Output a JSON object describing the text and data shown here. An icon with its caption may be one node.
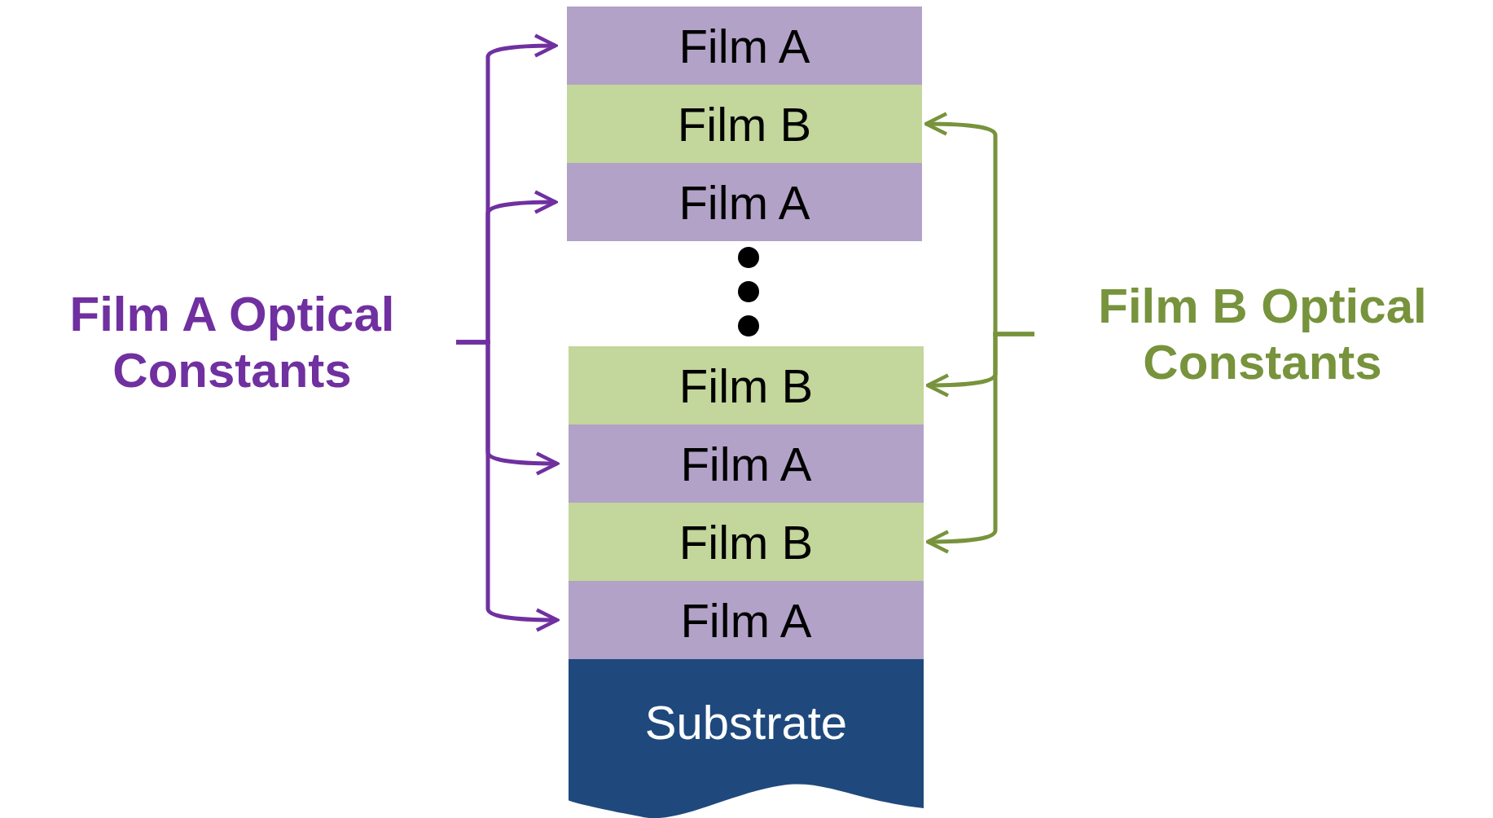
{
  "diagram": {
    "nodes": [
      {
        "text": [
          "Film A Optical Constants"
        ]
      },
      {
        "text": [
          "Film A"
        ]
      },
      {
        "text": [
          "Film B"
        ]
      },
      {
        "text": [
          "Film A"
        ]
      },
      {
        "text": [
          "Film B"
        ]
      },
      {
        "text": [
          "Film A"
        ]
      },
      {
        "text": [
          "Film B"
        ]
      },
      {
        "text": [
          "Film A"
        ]
      },
      {
        "text": [
          "Substrate"
        ]
      },
      {
        "text": [
          "Film B Optical Constants"
        ]
      }
    ],
    "edges": [
      {
        "from": 0,
        "to": 1,
        "arrow": "to"
      },
      {
        "from": 0,
        "to": 3,
        "arrow": "to"
      },
      {
        "from": 0,
        "to": 5,
        "arrow": "to"
      },
      {
        "from": 0,
        "to": 7,
        "arrow": "to"
      },
      {
        "from": 9,
        "to": 2,
        "arrow": "to",
        "color": "#77933c"
      },
      {
        "from": 9,
        "to": 4,
        "arrow": "to",
        "color": "#77933c"
      },
      {
        "from": 9,
        "to": 6,
        "arrow": "to",
        "color": "#77933c"
      }
    ]
  }
}
